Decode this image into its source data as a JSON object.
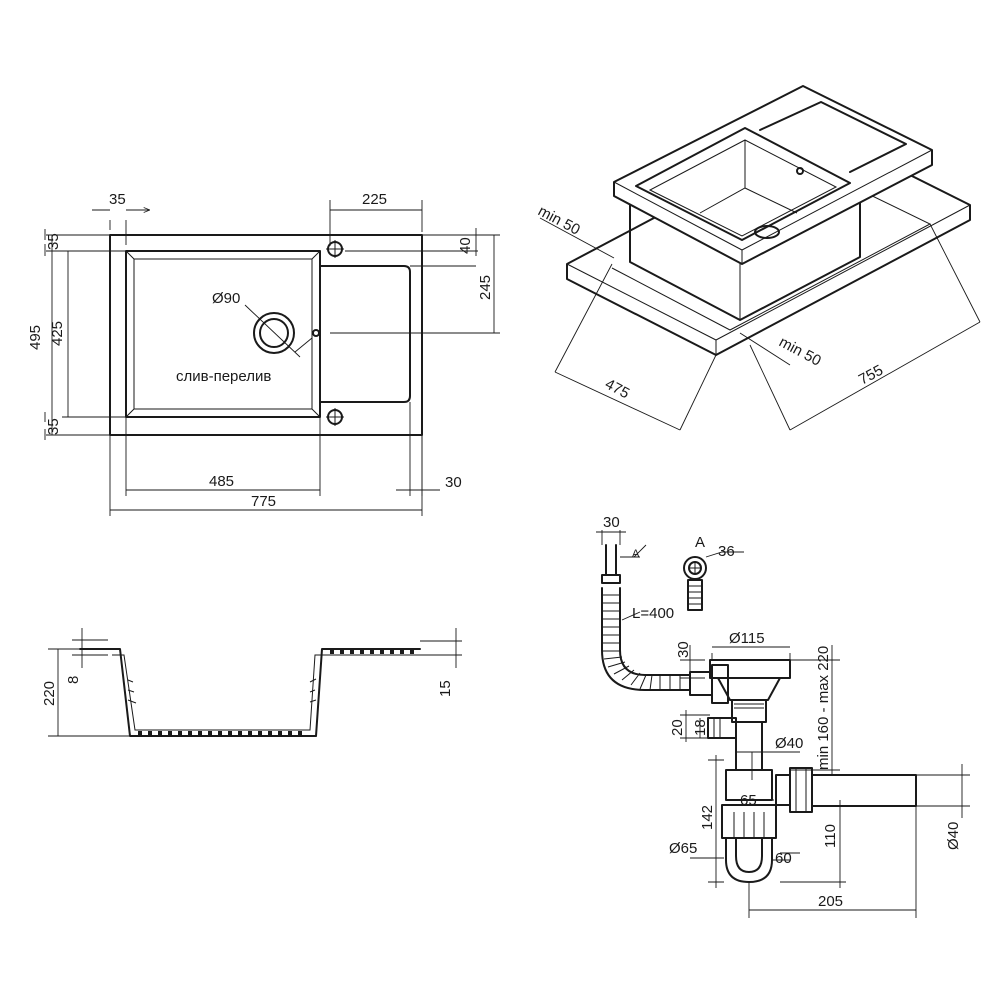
{
  "top_view": {
    "dims": {
      "d35_top": "35",
      "d225": "225",
      "d35_left_top": "35",
      "d40": "40",
      "d245": "245",
      "d495": "495",
      "d425": "425",
      "d35_left_bottom": "35",
      "d90": "Ø90",
      "d485": "485",
      "d30": "30",
      "d775": "775"
    },
    "drain_label": "слив-перелив"
  },
  "iso_view": {
    "dims": {
      "min50_left": "min 50",
      "min50_right": "min 50",
      "d475": "475",
      "d755": "755"
    }
  },
  "section_view": {
    "dims": {
      "d220": "220",
      "d8": "8",
      "d15": "15"
    }
  },
  "siphon": {
    "dims": {
      "d30_top": "30",
      "marker_a": "A",
      "detail_a": "A",
      "d36": "36",
      "hose_length": "L=400",
      "d30_side": "30",
      "d115": "Ø115",
      "height_range": "min 160 - max 220",
      "d20": "20",
      "d18": "18",
      "d40_pipe": "Ø40",
      "d65": "65",
      "d142": "142",
      "d65_dia": "Ø65",
      "d60": "60",
      "d110": "110",
      "d40_outlet": "Ø40",
      "d205": "205"
    }
  }
}
